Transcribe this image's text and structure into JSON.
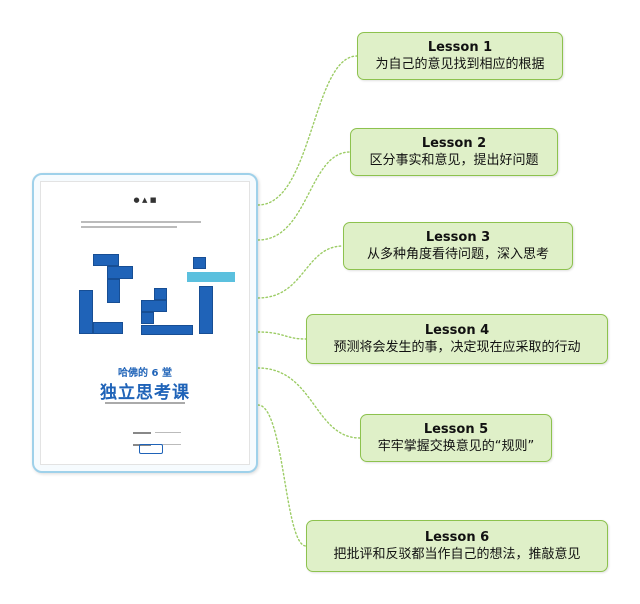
{
  "book": {
    "title_small": "哈佛的 6 堂",
    "title_large": "独立思考课"
  },
  "lessons": [
    {
      "label": "Lesson 1",
      "text": "为自己的意见找到相应的根据"
    },
    {
      "label": "Lesson 2",
      "text": "区分事实和意见，提出好问题"
    },
    {
      "label": "Lesson 3",
      "text": "从多种角度看待问题，深入思考"
    },
    {
      "label": "Lesson 4",
      "text": "预测将会发生的事，决定现在应采取的行动"
    },
    {
      "label": "Lesson 5",
      "text": "牢牢掌握交换意见的“规则”"
    },
    {
      "label": "Lesson 6",
      "text": "把批评和反驳都当作自己的想法，推敲意见"
    }
  ],
  "colors": {
    "node_fill": "#dff0c8",
    "node_border": "#8dc24e",
    "connector": "#9ccc65",
    "book_blue": "#1f63b8",
    "frame_border": "#9fd1ea"
  }
}
